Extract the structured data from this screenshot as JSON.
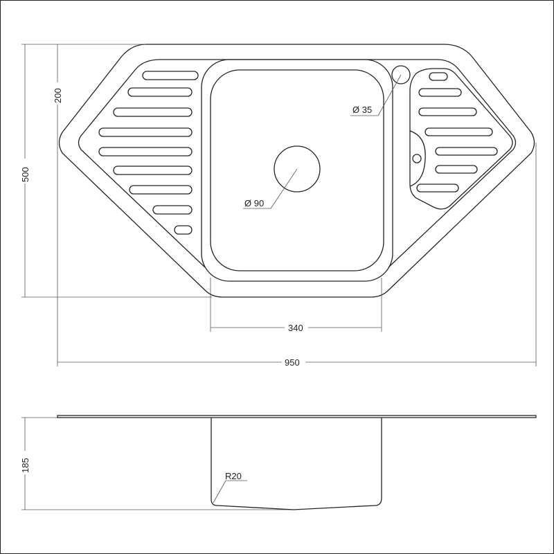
{
  "title": "Corner sink technical drawing",
  "dimensions": {
    "overall_height": "500",
    "drainer_offset": "200",
    "bowl_width": "340",
    "overall_width": "950",
    "depth": "185",
    "drain_diameter": "Ø 90",
    "tap_hole_diameter": "Ø 35",
    "bottom_radius": "R20"
  }
}
